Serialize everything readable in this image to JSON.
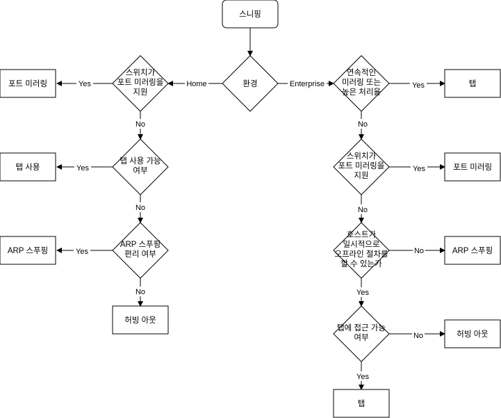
{
  "nodes": {
    "start": {
      "lines": [
        "스니핑"
      ]
    },
    "env": {
      "lines": [
        "환경"
      ]
    },
    "h_switch": {
      "lines": [
        "스위치가",
        "포트 미러링을",
        "지원"
      ]
    },
    "h_port_mirror": {
      "lines": [
        "포트 미러링"
      ]
    },
    "h_tap_avail": {
      "lines": [
        "탭 사용 가능",
        "여부"
      ]
    },
    "h_tap_use": {
      "lines": [
        "탭 사용"
      ]
    },
    "h_arp_q": {
      "lines": [
        "ARP 스푸핑",
        "편리 여부"
      ]
    },
    "h_arp": {
      "lines": [
        "ARP 스푸핑"
      ]
    },
    "h_hub": {
      "lines": [
        "허빙 아웃"
      ]
    },
    "e_cont": {
      "lines": [
        "연속적인",
        "미러링 또는",
        "높은 처리율"
      ]
    },
    "e_tap1": {
      "lines": [
        "탭"
      ]
    },
    "e_switch": {
      "lines": [
        "스위치가",
        "포트 미러링을",
        "지원"
      ]
    },
    "e_port_mirror": {
      "lines": [
        "포트 미러링"
      ]
    },
    "e_host": {
      "lines": [
        "호스트가",
        "일시적으로",
        "오프라인 절차를",
        "할 수 있는가"
      ]
    },
    "e_arp": {
      "lines": [
        "ARP 스푸핑"
      ]
    },
    "e_tap_access": {
      "lines": [
        "탭에 접근 가능",
        "여부"
      ]
    },
    "e_hub": {
      "lines": [
        "허빙 아웃"
      ]
    },
    "e_tap2": {
      "lines": [
        "탭"
      ]
    }
  },
  "edges": {
    "home": "Home",
    "enterprise": "Enterprise",
    "yes": "Yes",
    "no": "No"
  },
  "colors": {
    "stroke": "#000000",
    "fill": "#ffffff"
  }
}
